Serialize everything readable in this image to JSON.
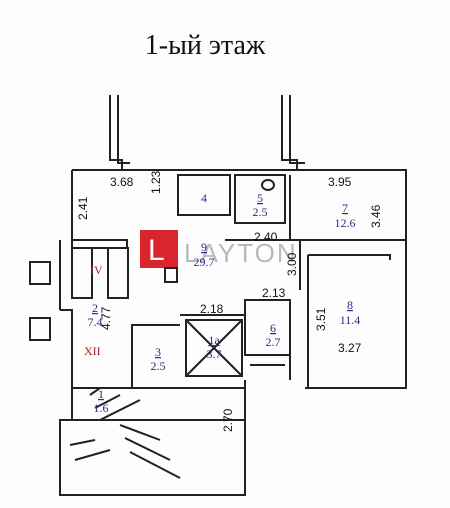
{
  "title": "1-ый этаж",
  "watermark": {
    "text": "LAYTON",
    "logo_letter": "L",
    "logo_color": "#d9252b"
  },
  "dimensions": {
    "d_3_68": "3.68",
    "d_1_23": "1.23",
    "d_2_41": "2.41",
    "d_3_95": "3.95",
    "d_3_46": "3.46",
    "d_2_40": "2.40",
    "d_3_00": "3.00",
    "d_4_77": "4.77",
    "d_2_18": "2.18",
    "d_2_13": "2.13",
    "d_3_51": "3.51",
    "d_3_27": "3.27",
    "d_2_70": "2.70"
  },
  "rooms": [
    {
      "number": "1",
      "area": "1.6"
    },
    {
      "number": "2",
      "area": "7.4"
    },
    {
      "number": "3",
      "area": "2.5"
    },
    {
      "number": "4",
      "area": ""
    },
    {
      "number": "5",
      "area": "2.5"
    },
    {
      "number": "6",
      "area": "2.7"
    },
    {
      "number": "7",
      "area": "12.6"
    },
    {
      "number": "8",
      "area": "11.4"
    },
    {
      "number": "9",
      "area": "29.7"
    },
    {
      "number": "1а",
      "area": "3.7"
    }
  ],
  "markers": {
    "iv": "IV",
    "xii": "XII"
  }
}
